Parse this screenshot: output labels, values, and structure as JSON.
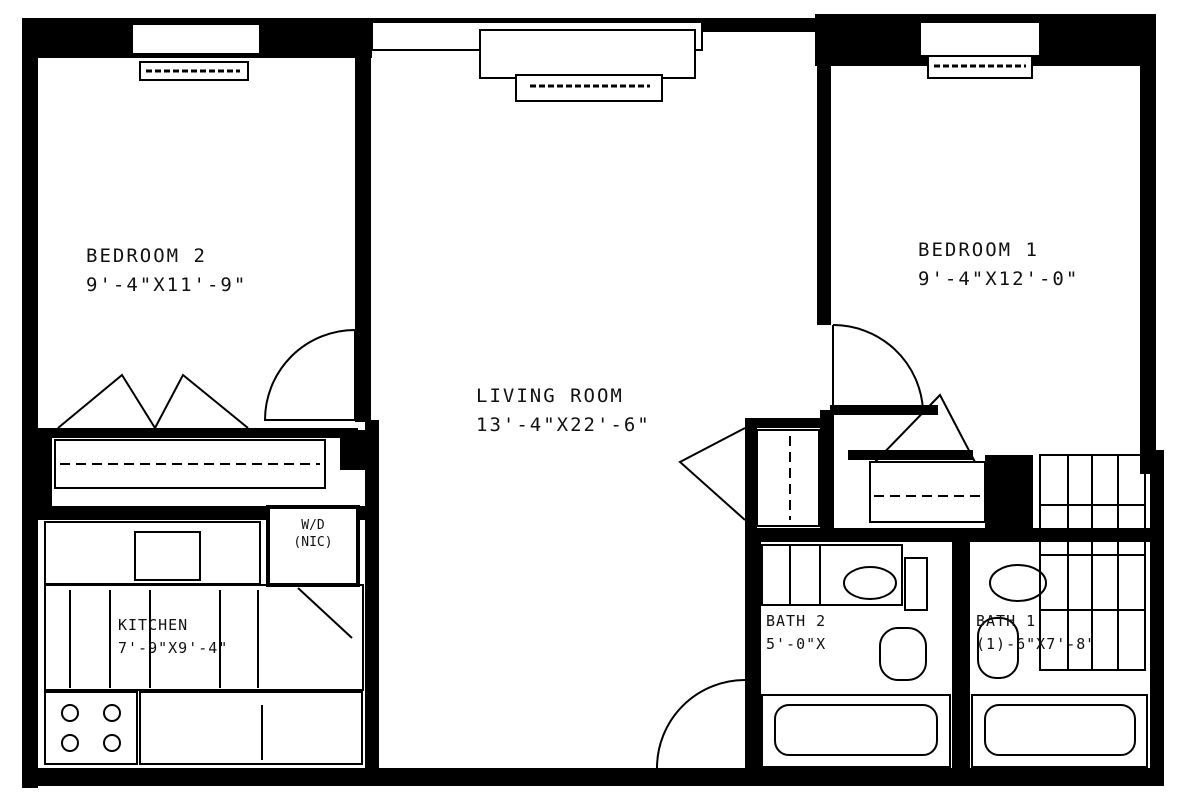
{
  "rooms": {
    "bedroom2": {
      "name": "BEDROOM 2",
      "dims": "9'-4\"X11'-9\""
    },
    "bedroom1": {
      "name": "BEDROOM 1",
      "dims": "9'-4\"X12'-0\""
    },
    "living": {
      "name": "LIVING ROOM",
      "dims": "13'-4\"X22'-6\""
    },
    "kitchen": {
      "name": "KITCHEN",
      "dims": "7'-9\"X9'-4\""
    },
    "bath2": {
      "name": "BATH 2",
      "dims": "5'-0\"X"
    },
    "bath1": {
      "name": "BATH 1",
      "dims": "(1)-6\"X7'-8\""
    },
    "wd": {
      "line1": "W/D",
      "line2": "(NIC)"
    }
  },
  "colors": {
    "wall": "#000000",
    "line": "#111111",
    "paper": "#ffffff"
  }
}
